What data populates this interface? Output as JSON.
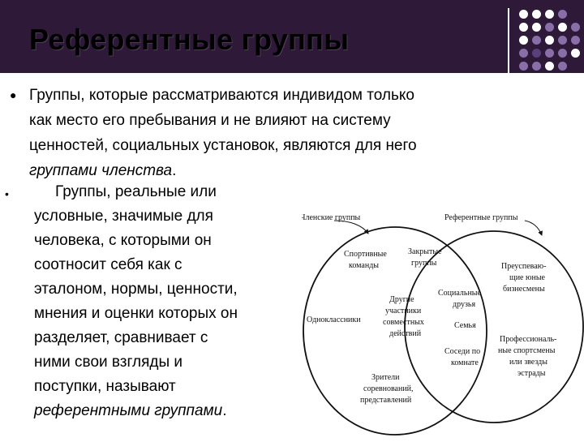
{
  "title": "Референтные группы",
  "bullets": {
    "b1": {
      "marker": "●",
      "line1": "Группы, которые рассматриваются индивидом только",
      "line2": "как место его пребывания и не влияют на систему",
      "line3": "ценностей, социальных установок, являются для него",
      "italic": "группами членства",
      "end": "."
    },
    "b2": {
      "marker": "•",
      "line1": "Группы, реальные или",
      "line2": "условные, значимые для",
      "line3": "человека, с которыми он",
      "line4": "соотносит себя как с",
      "line5": "эталоном, нормы, ценности,",
      "line6": "мнения и оценки которых он",
      "line7": "разделяет, сравнивает с",
      "line8": "ними свои взгляды и",
      "line9": "поступки, называют",
      "italic": "референтными группами",
      "end": "."
    }
  },
  "diagram": {
    "label_left": "Членские группы",
    "label_right": "Референтные группы",
    "sport_teams_1": "Спортивные",
    "sport_teams_2": "команды",
    "closed_1": "Закрытые",
    "closed_2": "группы",
    "classmates": "Одноклассники",
    "others_1": "Другие",
    "others_2": "участники",
    "others_3": "совместных",
    "others_4": "действий",
    "social_1": "Социальные",
    "social_2": "друзья",
    "family": "Семья",
    "neighbors_1": "Соседи по",
    "neighbors_2": "комнате",
    "spectators_1": "Зрители",
    "spectators_2": "соревнований,",
    "spectators_3": "представлений",
    "business_1": "Преуспеваю-",
    "business_2": "щие юные",
    "business_3": "бизнесмены",
    "pro_1": "Профессиональ-",
    "pro_2": "ные спортсмены",
    "pro_3": "или звезды",
    "pro_4": "эстрады"
  },
  "colors": {
    "header_bg": "#2e1a38",
    "dot_light": "#ffffff",
    "dot_purple": "#8a6ea8",
    "dot_dark": "#5a3f7a"
  }
}
